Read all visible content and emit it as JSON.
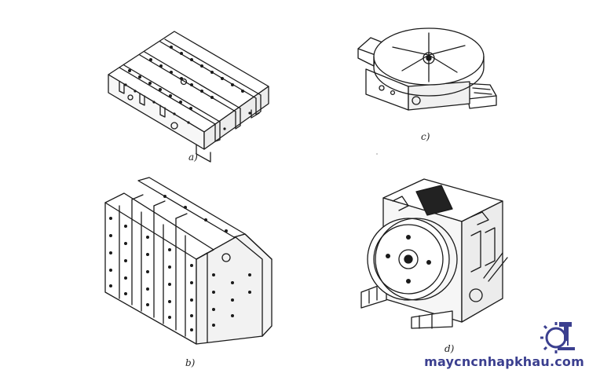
{
  "figures": [
    {
      "id": "a",
      "caption": "a)"
    },
    {
      "id": "b",
      "caption": "b)"
    },
    {
      "id": "c",
      "caption": "c)"
    },
    {
      "id": "d",
      "caption": "d)"
    }
  ],
  "watermark": {
    "text": "maycncnhapkhau.com",
    "color": "#3b3f8f",
    "icon": "cnc-machine-gear-logo-icon"
  }
}
